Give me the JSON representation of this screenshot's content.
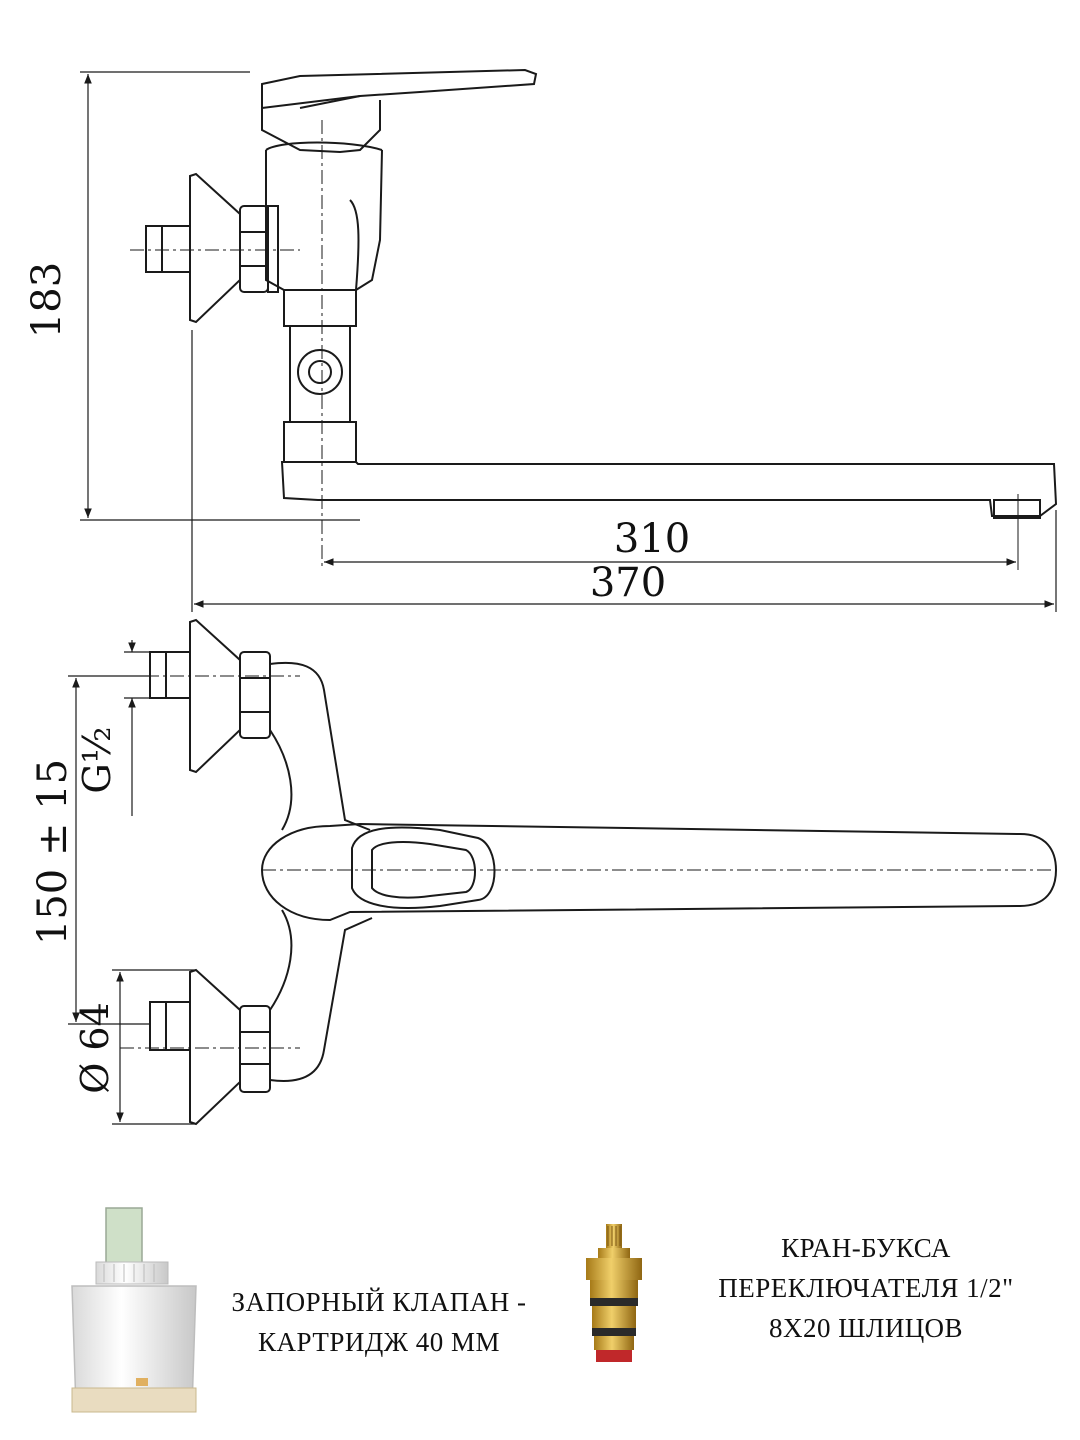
{
  "dimensions": {
    "height_183": "183",
    "spout_310": "310",
    "overall_370": "370",
    "spacing": "150 ± 15",
    "thread": "G½",
    "flange": "Ø 64"
  },
  "cartridge": {
    "line1": "ЗАПОРНЫЙ КЛАПАН -",
    "line2": "КАРТРИДЖ 40 ММ"
  },
  "valve": {
    "line1": "КРАН-БУКСА",
    "line2": "ПЕРЕКЛЮЧАТЕЛЯ 1/2\"",
    "line3": "8Х20 ШЛИЦОВ"
  },
  "colors": {
    "line": "#1a1a1a",
    "brass": "#d4a93a",
    "seal_red": "#c0282a",
    "cartridge_white": "#f2f2f2",
    "cartridge_stem": "#cfe0c8"
  }
}
